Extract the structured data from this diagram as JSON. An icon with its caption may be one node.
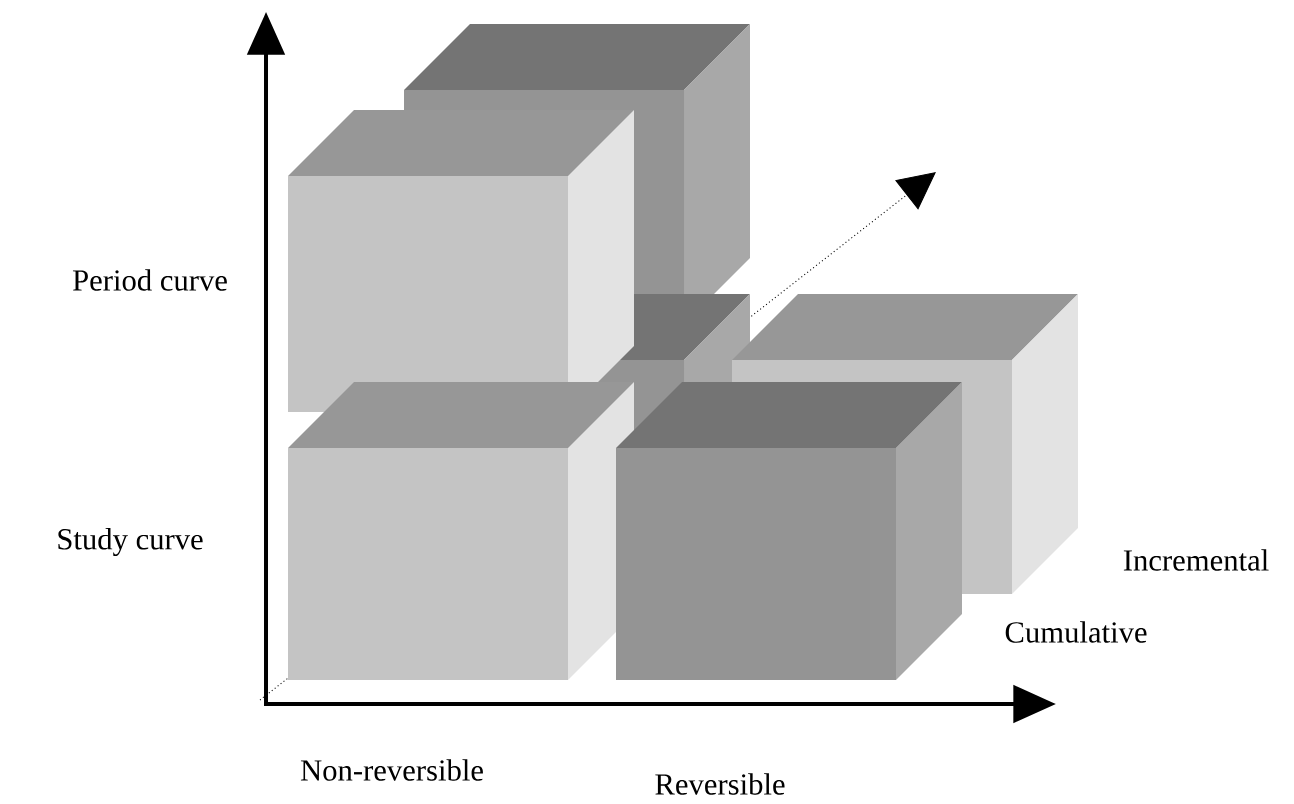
{
  "diagram": {
    "labels": [
      "Period curve",
      "Study curve",
      "Incremental",
      "Cumulative",
      "Non-reversible",
      "Reversible"
    ]
  }
}
